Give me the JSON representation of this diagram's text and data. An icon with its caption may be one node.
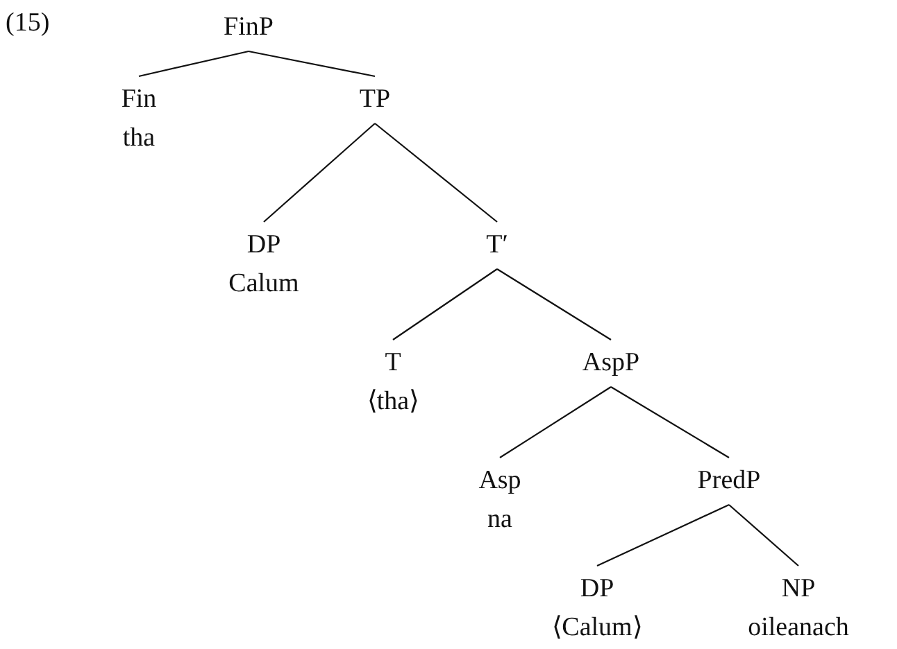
{
  "diagram": {
    "nodes": [
      {
        "text": [
          "FinP"
        ]
      },
      {
        "text": [
          "Fin",
          "tha"
        ]
      },
      {
        "text": [
          "TP"
        ]
      },
      {
        "text": [
          "DP",
          "Calum"
        ]
      },
      {
        "text": [
          "T′"
        ]
      },
      {
        "text": [
          "T",
          "⟨tha⟩"
        ]
      },
      {
        "text": [
          "AspP"
        ]
      },
      {
        "text": [
          "Asp",
          "na"
        ]
      },
      {
        "text": [
          "PredP"
        ]
      },
      {
        "text": [
          "DP",
          "⟨Calum⟩"
        ]
      },
      {
        "text": [
          "NP",
          "oileanach"
        ]
      }
    ],
    "edges": [
      {
        "from": 0,
        "to": 1,
        "arrow": "none"
      },
      {
        "from": 0,
        "to": 2,
        "arrow": "none"
      },
      {
        "from": 2,
        "to": 3,
        "arrow": "none"
      },
      {
        "from": 2,
        "to": 4,
        "arrow": "none"
      },
      {
        "from": 4,
        "to": 5,
        "arrow": "none"
      },
      {
        "from": 4,
        "to": 6,
        "arrow": "none"
      },
      {
        "from": 6,
        "to": 7,
        "arrow": "none"
      },
      {
        "from": 6,
        "to": 8,
        "arrow": "none"
      },
      {
        "from": 8,
        "to": 9,
        "arrow": "none"
      },
      {
        "from": 8,
        "to": 10,
        "arrow": "none"
      }
    ],
    "labels": [
      "(15)"
    ]
  }
}
